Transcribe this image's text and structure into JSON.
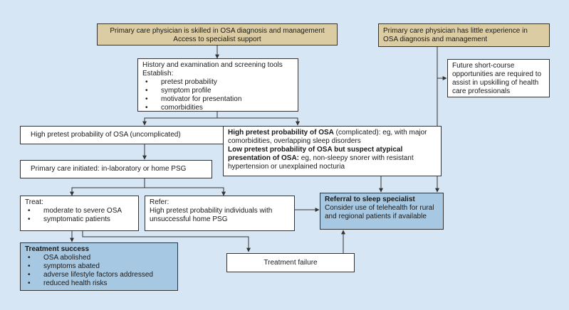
{
  "boxes": {
    "skilled": {
      "line1": "Primary care physician is skilled in OSA diagnosis and management",
      "line2": "Access to specialist support"
    },
    "little_exp": {
      "line1": "Primary care physician has little experience in",
      "line2": "OSA diagnosis and management"
    },
    "history": {
      "title": "History and examination and screening tools",
      "subtitle": "Establish:",
      "items": [
        "pretest probability",
        "symptom profile",
        "motivator for presentation",
        "comorbidities"
      ]
    },
    "future": {
      "text": "Future short-course opportunities are required to assist in upskilling of health care professionals"
    },
    "high_uncomp": {
      "text": "High pretest probability of OSA (uncomplicated)"
    },
    "complicated": {
      "bold1": "High pretest probability of OSA",
      "rest1": " (complicated): eg, with major comorbidities, overlapping sleep disorders",
      "bold2": "Low pretest probability of OSA but suspect atypical presentation of OSA:",
      "rest2": " eg, non-sleepy snorer with resistant hypertension or unexplained nocturia"
    },
    "primary_care": {
      "text": "Primary care initiated: in-laboratory or home PSG"
    },
    "treat": {
      "title": "Treat:",
      "items": [
        "moderate to severe OSA",
        "symptomatic patients"
      ]
    },
    "refer": {
      "title": "Refer:",
      "text": "High pretest probability individuals with unsuccessful home PSG"
    },
    "referral": {
      "title": "Referral to sleep specialist",
      "text": "Consider use of telehealth for rural and regional patients if available"
    },
    "success": {
      "title": "Treatment success",
      "items": [
        "OSA abolished",
        "symptoms abated",
        "adverse lifestyle factors addressed",
        "reduced health risks"
      ]
    },
    "failure": {
      "text": "Treatment failure"
    }
  },
  "colors": {
    "background": "#d7e6f4",
    "tan_box": "#dccca4",
    "blue_box": "#a6c8e2",
    "white_box": "#ffffff",
    "line": "#333333"
  }
}
